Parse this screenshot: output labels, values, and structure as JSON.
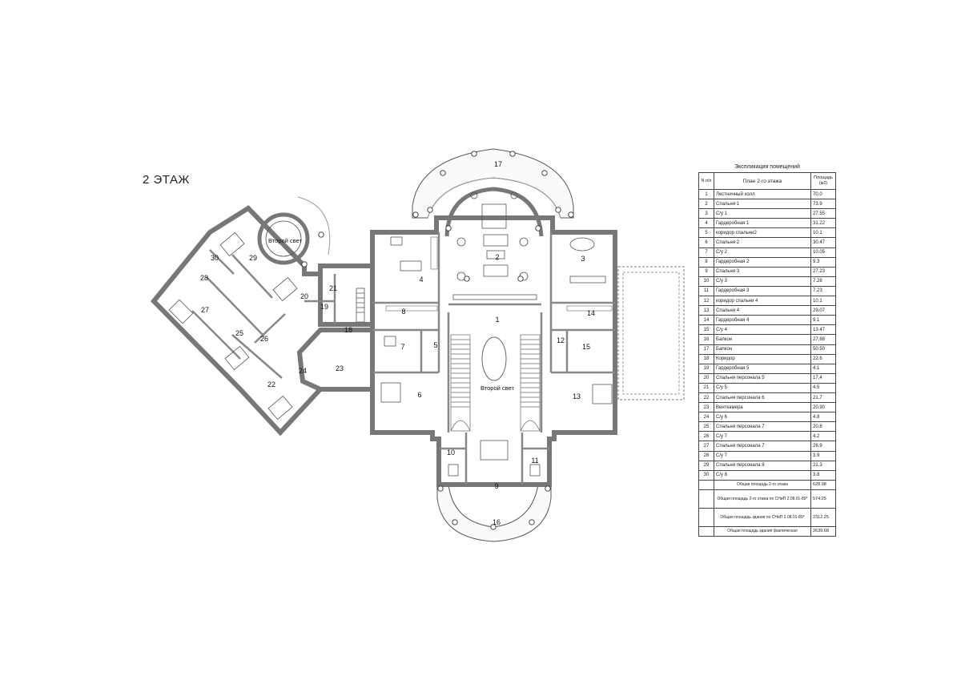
{
  "floor_title": "2 ЭТАЖ",
  "plan_labels": {
    "double_height_1": "Второй свет",
    "double_height_2": "Второй свет"
  },
  "room_numbers": [
    "1",
    "2",
    "3",
    "4",
    "5",
    "6",
    "7",
    "8",
    "9",
    "10",
    "11",
    "12",
    "13",
    "14",
    "15",
    "16",
    "17",
    "18",
    "19",
    "20",
    "21",
    "22",
    "23",
    "24",
    "25",
    "26",
    "27",
    "28",
    "29",
    "30"
  ],
  "schedule": {
    "caption": "Экспликация помещений",
    "header": {
      "no": "N п/п",
      "name": "План 2-го этажа",
      "area": "Площадь (м2)"
    },
    "rows": [
      {
        "no": "1",
        "name": "Лестничный холл",
        "area": "70.0"
      },
      {
        "no": "2",
        "name": "Спальня 1",
        "area": "73.9"
      },
      {
        "no": "3",
        "name": "С/у 1",
        "area": "27.55"
      },
      {
        "no": "4",
        "name": "Гардеробная 1",
        "area": "31.22"
      },
      {
        "no": "5",
        "name": "коридор спальни2",
        "area": "10.1"
      },
      {
        "no": "6",
        "name": "Спальня 2",
        "area": "30.47"
      },
      {
        "no": "7",
        "name": "С/у 2",
        "area": "10.05"
      },
      {
        "no": "8",
        "name": "Гардеробная 2",
        "area": "9.3"
      },
      {
        "no": "9",
        "name": "Спальня 3",
        "area": "27.23"
      },
      {
        "no": "10",
        "name": "С/у 3",
        "area": "7.28"
      },
      {
        "no": "11",
        "name": "Гардеробная 3",
        "area": "7.23"
      },
      {
        "no": "12",
        "name": "коридор  спальни  4",
        "area": "10.1"
      },
      {
        "no": "13",
        "name": "Спальня 4",
        "area": "29.07"
      },
      {
        "no": "14",
        "name": "Гардеробная 4",
        "area": "9.1"
      },
      {
        "no": "15",
        "name": "С/у 4",
        "area": "13.47"
      },
      {
        "no": "16",
        "name": "Балкон",
        "area": "27.68"
      },
      {
        "no": "17",
        "name": "Балкон",
        "area": "50.50"
      },
      {
        "no": "18",
        "name": "Коридор",
        "area": "22.6"
      },
      {
        "no": "19",
        "name": "Гардеробная 5",
        "area": "4.1"
      },
      {
        "no": "20",
        "name": "Спальня персонала 5",
        "area": "17.4"
      },
      {
        "no": "21",
        "name": "С/у 5",
        "area": "4.5"
      },
      {
        "no": "22",
        "name": "Спальня персонала 6",
        "area": "21.7"
      },
      {
        "no": "23",
        "name": "Венткамера",
        "area": "20.90"
      },
      {
        "no": "24",
        "name": "С/у 6",
        "area": "4.8"
      },
      {
        "no": "25",
        "name": "Спальня персонала 7",
        "area": "20.8"
      },
      {
        "no": "26",
        "name": "С/у 7",
        "area": "4.2"
      },
      {
        "no": "27",
        "name": "Спальня персонала 7",
        "area": "26.9"
      },
      {
        "no": "28",
        "name": "С/у 7",
        "area": "3.9"
      },
      {
        "no": "29",
        "name": "Спальня персонала 8",
        "area": "21.3"
      },
      {
        "no": "30",
        "name": "С/у 8",
        "area": "3.8"
      }
    ],
    "totals": [
      {
        "name": "Общая площадь 2-го этажа",
        "area": "628.98"
      },
      {
        "name": "Общая площадь 2-го этажа по СНиП 2.08.01-89*",
        "area": "574.25"
      },
      {
        "name": "Общая площадь здания по СНиП 2.08.01-89*",
        "area": "2312.25"
      },
      {
        "name": "Общая площадь здания фактическая",
        "area": "2639.68"
      }
    ]
  }
}
